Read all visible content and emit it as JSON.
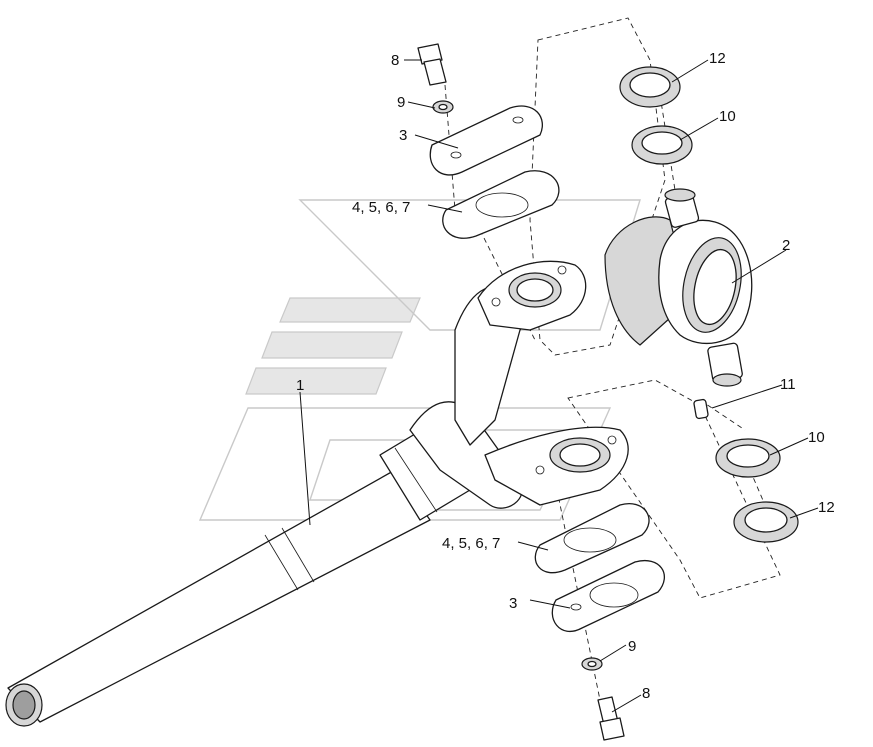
{
  "callouts": {
    "c1": "1",
    "c2": "2",
    "c3_top": "3",
    "c3_bottom": "3",
    "c4567_top": "4, 5, 6, 7",
    "c4567_bottom": "4, 5, 6, 7",
    "c8_top": "8",
    "c8_bottom": "8",
    "c9_top": "9",
    "c9_bottom": "9",
    "c10_top": "10",
    "c10_bottom": "10",
    "c11": "11",
    "c12_top": "12",
    "c12_bottom": "12"
  }
}
